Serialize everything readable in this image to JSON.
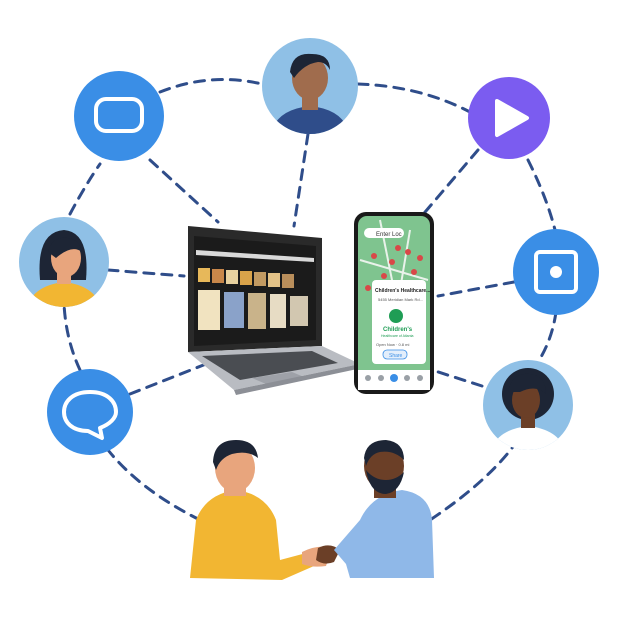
{
  "colors": {
    "connector": "#2f4d8a",
    "blue_node": "#3a8ee6",
    "purple_node": "#7b5cf0",
    "avatar_bg": "#8fc0e6",
    "map_green": "#7fc48f",
    "laptop_dark": "#2a2a2a"
  },
  "phone": {
    "search_text": "Enter Loc",
    "popup_title": "Children's Healthcare...",
    "popup_address": "5455 Meridian Mark Rd...",
    "logo_line1": "Children's",
    "logo_line2": "Healthcare of Atlanta",
    "popup_detail": "Open Now · 0.8 mi",
    "button_label": "Share"
  },
  "icons": {
    "top_left": "rounded-rectangle-icon",
    "top_right": "play-icon",
    "right": "square-dot-icon",
    "left_lower": "chat-bubble-icon"
  }
}
